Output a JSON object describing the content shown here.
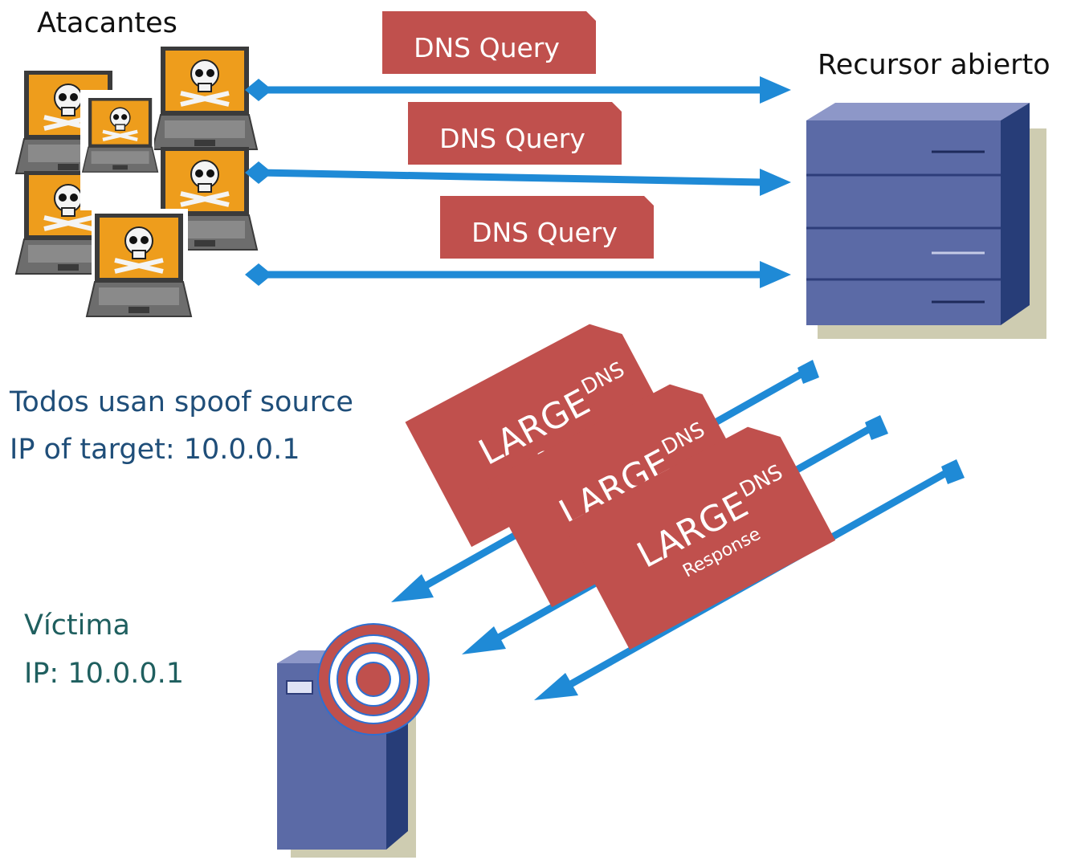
{
  "labels": {
    "attackers": "Atacantes",
    "resolver": "Recursor abierto",
    "spoof_line1": "Todos usan spoof source",
    "spoof_line2": "IP of target: 10.0.0.1",
    "victim_line1": "Víctima",
    "victim_line2": "IP: 10.0.0.1"
  },
  "queries": [
    "DNS Query",
    "DNS Query",
    "DNS Query"
  ],
  "responses": [
    {
      "large": "LARGE",
      "dns": "DNS",
      "response": "R"
    },
    {
      "large": "LARGE",
      "dns": "DNS",
      "response": ""
    },
    {
      "large": "LARGE",
      "dns": "DNS",
      "response": "Response"
    }
  ],
  "colors": {
    "packet": "#c0504d",
    "arrow": "#1f8ad6",
    "label": "#1f4e79",
    "victim_label": "#1f5f5f",
    "server": "#5b6aa6"
  },
  "icons": {
    "attacker": "laptop-skull-icon",
    "resolver": "server-icon",
    "victim": "tower-server-icon",
    "target": "target-icon"
  }
}
